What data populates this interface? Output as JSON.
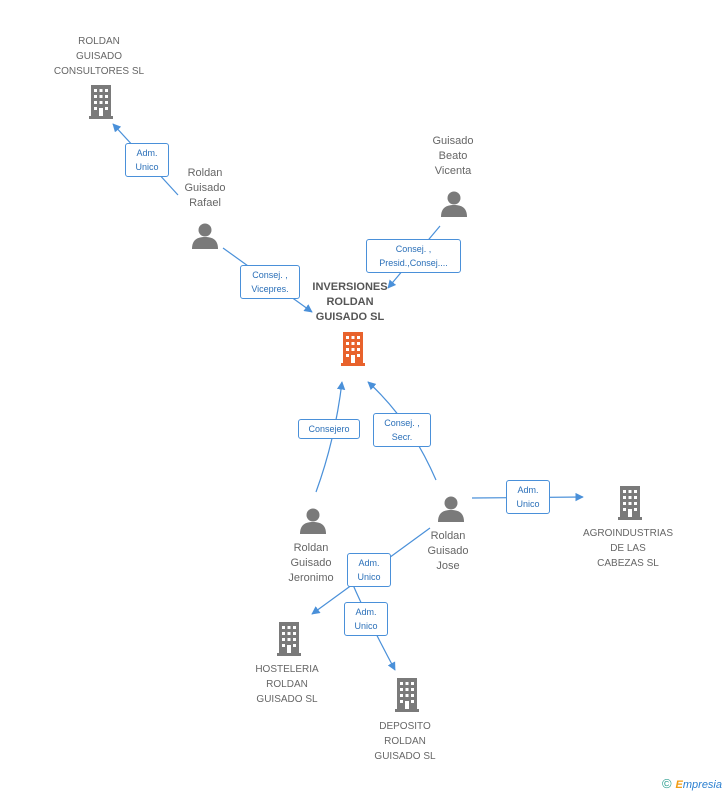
{
  "colors": {
    "edge": "#4a90d9",
    "icon": "#7a7a7a",
    "center": "#e8622c"
  },
  "nodes": {
    "center": {
      "label": "INVERSIONES\nROLDAN\nGUISADO SL"
    },
    "roldan_consultores": {
      "label": "ROLDAN\nGUISADO\nCONSULTORES SL"
    },
    "rafael": {
      "label": "Roldan\nGuisado\nRafael"
    },
    "vicenta": {
      "label": "Guisado\nBeato\nVicenta"
    },
    "jeronimo": {
      "label": "Roldan\nGuisado\nJeronimo"
    },
    "jose": {
      "label": "Roldan\nGuisado\nJose"
    },
    "agroindustrias": {
      "label": "AGROINDUSTRIAS\nDE LAS\nCABEZAS SL"
    },
    "hosteleria": {
      "label": "HOSTELERIA\nROLDAN\nGUISADO SL"
    },
    "deposito": {
      "label": "DEPOSITO\nROLDAN\nGUISADO SL"
    }
  },
  "edges": {
    "rafael_consultores": "Adm.\nUnico",
    "rafael_center": "Consej. ,\nVicepres.",
    "vicenta_center": "Consej. ,\nPresid.,Consej....",
    "jeronimo_center": "Consejero",
    "jose_center": "Consej. ,\nSecr.",
    "jose_agro": "Adm.\nUnico",
    "jose_hosteleria": "Adm.\nUnico",
    "jose_deposito": "Adm.\nUnico"
  },
  "footer": {
    "copyright": "©",
    "brand_first": "E",
    "brand_rest": "mpresia"
  }
}
